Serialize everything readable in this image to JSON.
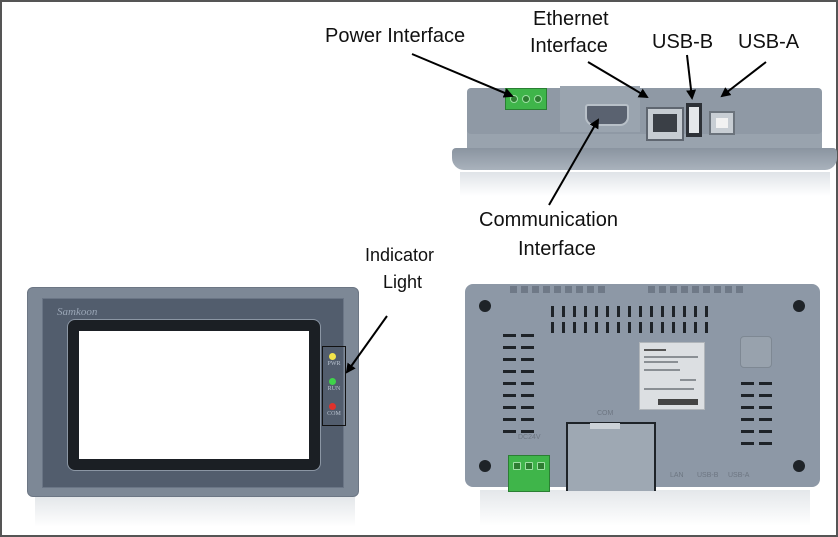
{
  "labels": {
    "power": "Power Interface",
    "ethernet_line1": "Ethernet",
    "ethernet_line2": "Interface",
    "usb_b": "USB-B",
    "usb_a": "USB-A",
    "communication_line1": "Communication",
    "communication_line2": "Interface",
    "indicator_line1": "Indicator",
    "indicator_line2": "Light"
  },
  "front_panel": {
    "brand": "Samkoon",
    "leds": [
      {
        "label": "PWR",
        "color": "#f2e44a"
      },
      {
        "label": "RUN",
        "color": "#3fd34a"
      },
      {
        "label": "COM",
        "color": "#e0322b"
      }
    ]
  },
  "back_panel": {
    "power_label": "DC24V",
    "com_label": "COM",
    "port_labels": [
      "LAN",
      "USB-B",
      "USB-A"
    ]
  },
  "colors": {
    "device_gray": "#8d98a6",
    "terminal_green": "#3fb54a",
    "frame": "#555555"
  }
}
